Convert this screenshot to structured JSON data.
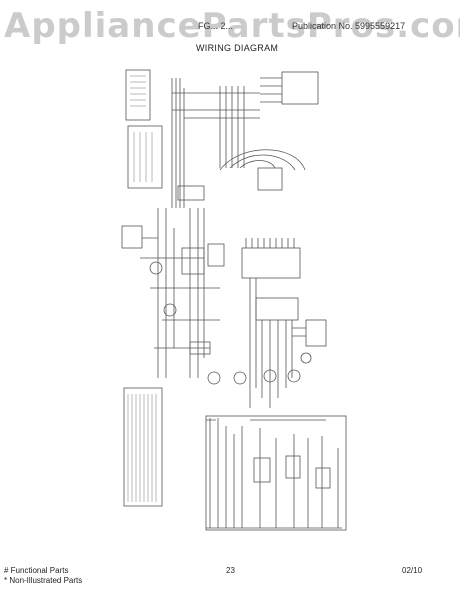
{
  "watermark": "AppliancePartsPros.com",
  "header": {
    "model_code": "FG... 2...",
    "publication": "Publication No. 5995559217",
    "title": "WIRING DIAGRAM"
  },
  "footer": {
    "functional": "# Functional Parts",
    "non_illustrated": "* Non-Illustrated Parts",
    "page": "23",
    "date": "02/10"
  },
  "colors": {
    "line": "#555555",
    "watermark": "#a0a0a0"
  }
}
